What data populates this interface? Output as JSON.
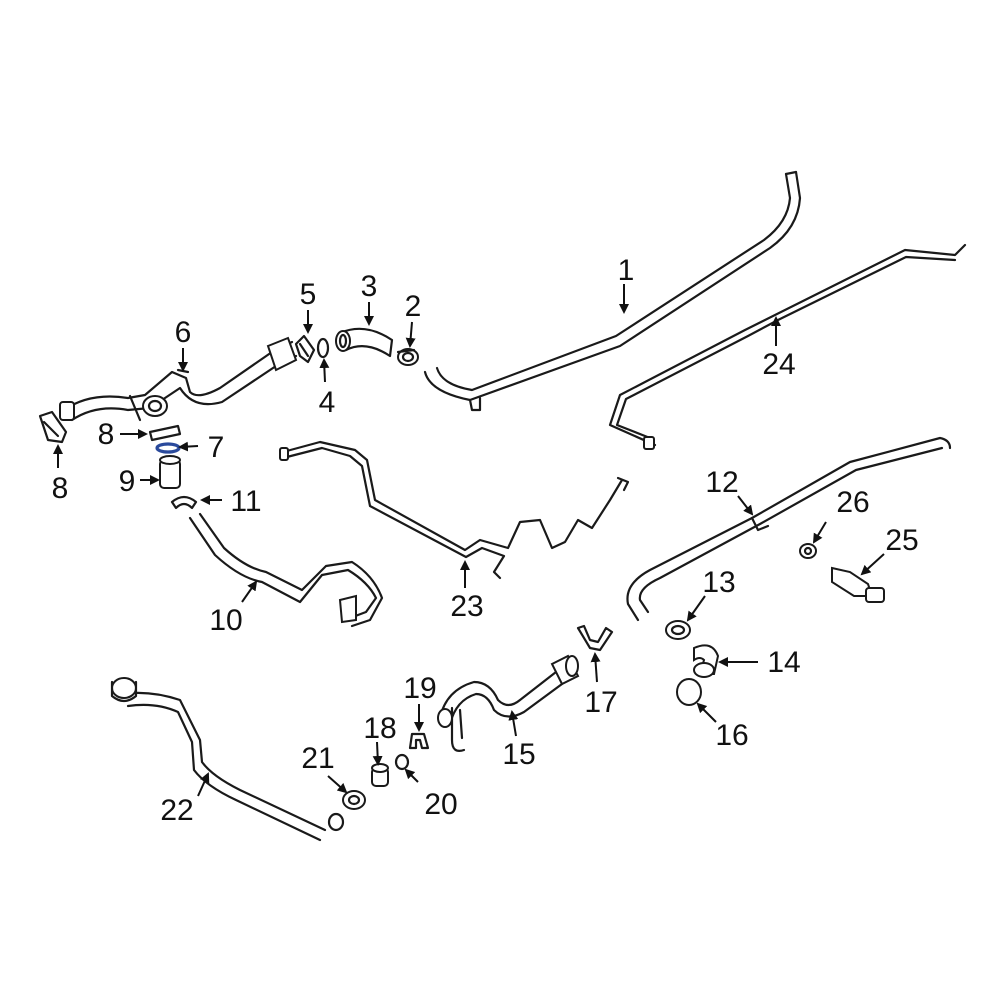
{
  "colors": {
    "line": "#1a1a1a",
    "highlight": "#2a4a9c",
    "background": "#ffffff"
  },
  "callouts": {
    "c1": "1",
    "c2": "2",
    "c3": "3",
    "c4": "4",
    "c5": "5",
    "c6": "6",
    "c7": "7",
    "c8a": "8",
    "c8b": "8",
    "c9": "9",
    "c10": "10",
    "c11": "11",
    "c12": "12",
    "c13": "13",
    "c14": "14",
    "c15": "15",
    "c16": "16",
    "c17": "17",
    "c18": "18",
    "c19": "19",
    "c20": "20",
    "c21": "21",
    "c22": "22",
    "c23": "23",
    "c24": "24",
    "c25": "25",
    "c26": "26"
  }
}
